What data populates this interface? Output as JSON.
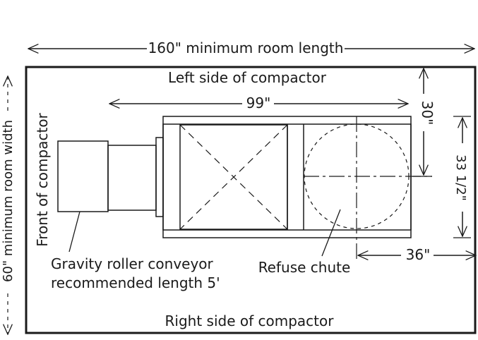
{
  "labels": {
    "room_length": "160\" minimum room length",
    "room_width": "60\" minimum room width",
    "left_side": "Left side of compactor",
    "right_side": "Right side of compactor",
    "front": "Front of compactor",
    "length_99": "99\"",
    "depth_30": "30\"",
    "depth_33": "33 1/2\"",
    "offset_36": "36\"",
    "conveyor_line1": "Gravity roller conveyor",
    "conveyor_line2": "recommended length 5'",
    "refuse_chute": "Refuse chute"
  },
  "colors": {
    "ink": "#1a1a1a",
    "background": "#ffffff"
  }
}
